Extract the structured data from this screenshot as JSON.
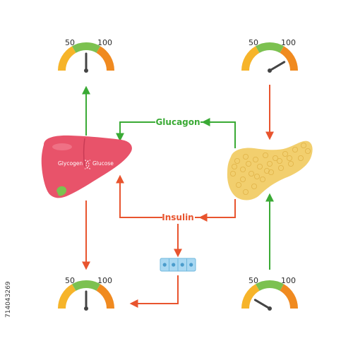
{
  "colors": {
    "green": "#3aaa35",
    "red": "#e8542e",
    "liver": "#e8536a",
    "liver_dark": "#c83b55",
    "pancreas": "#f2cf6e",
    "gauge_low": "#f6b42a",
    "gauge_mid": "#7cc150",
    "gauge_high": "#f08a20",
    "cells": "#a9d8f2"
  },
  "gauges": [
    {
      "id": "top-left",
      "label_low": "50",
      "label_high": "100",
      "needle_fraction": 0.5
    },
    {
      "id": "top-right",
      "label_low": "50",
      "label_high": "100",
      "needle_fraction": 0.83
    },
    {
      "id": "bottom-left",
      "label_low": "50",
      "label_high": "100",
      "needle_fraction": 0.5
    },
    {
      "id": "bottom-right",
      "label_low": "50",
      "label_high": "100",
      "needle_fraction": 0.17
    }
  ],
  "labels": {
    "glucagon": "Glucagon",
    "insulin": "Insulin",
    "glycogen": "Glycogen",
    "glucose": "Glucose"
  },
  "side_code": "714043269"
}
